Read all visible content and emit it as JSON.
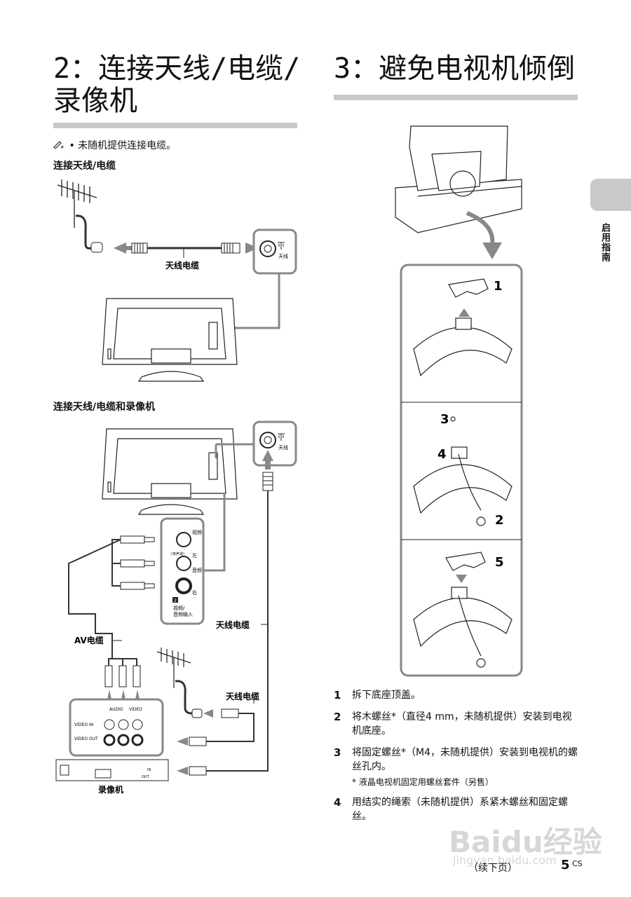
{
  "left": {
    "title_line1": "2：连接天线/电缆/",
    "title_line2": "录像机",
    "note": "• 未随机提供连接电缆。",
    "sub1": "连接天线/电缆",
    "sub2": "连接天线/电缆和录像机",
    "labels": {
      "antenna_cable_1": "天线电缆",
      "antenna_port_1": "天线",
      "antenna_port_2": "天线",
      "video": "视频",
      "mono": "(单声道)",
      "left_ch": "左",
      "audio": "音频",
      "right_ch": "右",
      "input_num": "2",
      "av_input_1": "视频/",
      "av_input_2": "音频输入",
      "antenna_cable_2": "天线电缆",
      "av_cable": "AV电缆",
      "antenna_cable_3": "天线电缆",
      "vcr_audio": "AUDIO",
      "vcr_video": "VIDEO",
      "vcr_in": "VIDEO IN",
      "vcr_out": "VIDEO OUT",
      "vcr_ant_in": "IN",
      "vcr_ant_out": "OUT",
      "vcr": "录像机"
    }
  },
  "right": {
    "title": "3：避免电视机倾倒",
    "markers": [
      "1",
      "3",
      "4",
      "2",
      "5"
    ],
    "steps": [
      {
        "num": "1",
        "text": "拆下底座顶盖。"
      },
      {
        "num": "2",
        "text": "将木螺丝*（直径4 mm，未随机提供）安装到电视机底座。"
      },
      {
        "num": "3",
        "text": "将固定螺丝*（M4，未随机提供）安装到电视机的螺丝孔内。",
        "note": "* 液晶电视机固定用螺丝套件（另售）"
      },
      {
        "num": "4",
        "text": "用结实的绳索（未随机提供）系紧木螺丝和固定螺丝。"
      }
    ]
  },
  "side_tab": "启用指南",
  "footer": {
    "continued": "（续下页）",
    "page": "5",
    "lang": "CS"
  },
  "watermark": {
    "line1": "Baidu经验",
    "line2": "jingyan.baidu.com"
  }
}
